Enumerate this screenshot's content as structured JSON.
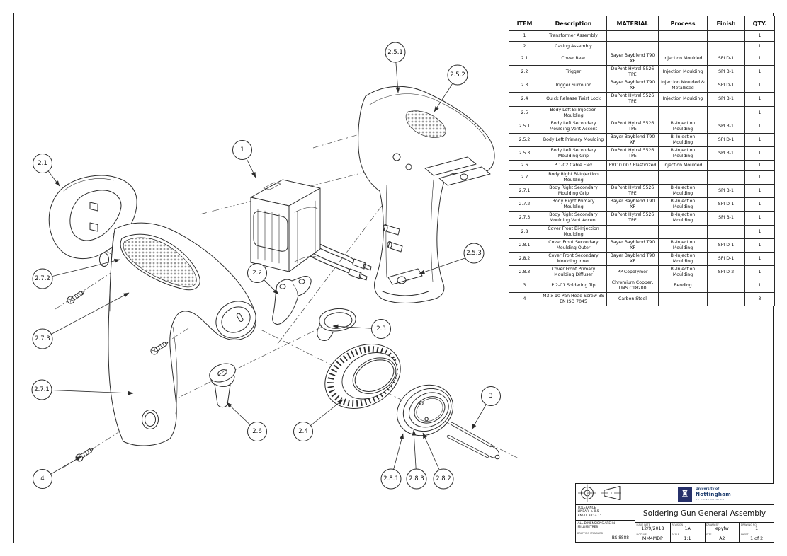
{
  "colors": {
    "line": "#2b2b2b",
    "text": "#111111",
    "logo_blue": "#27316b",
    "logo_text": "#1c3b6d"
  },
  "bom": {
    "headers": [
      "ITEM",
      "Description",
      "MATERIAL",
      "Process",
      "Finish",
      "QTY."
    ],
    "rows": [
      [
        "1",
        "Transformer Assembly",
        "",
        "",
        "",
        "1"
      ],
      [
        "2",
        "Casing Assembly",
        "",
        "",
        "",
        "1"
      ],
      [
        "2.1",
        "Cover Rear",
        "Bayer Bayblend T90 XF",
        "Injection Moulded",
        "SPI D-1",
        "1"
      ],
      [
        "2.2",
        "Trigger",
        "DuPont Hytrel 5526 TPE",
        "Injection Moulding",
        "SPI B-1",
        "1"
      ],
      [
        "2.3",
        "Trigger Surround",
        "Bayer Bayblend T90 XF",
        "Injection Moulded & Metallised",
        "SPI D-1",
        "1"
      ],
      [
        "2.4",
        "Quick Release Twist Lock",
        "DuPont Hytrel 5526 TPE",
        "Injection Moulding",
        "SPI B-1",
        "1"
      ],
      [
        "2.5",
        "Body Left Bi-Injection Moulding",
        "",
        "",
        "",
        "1"
      ],
      [
        "2.5.1",
        "Body Left Secondary Moulding Vent Accent",
        "DuPont Hytrel 5526 TPE",
        "Bi-Injection Moulding",
        "SPI B-1",
        "1"
      ],
      [
        "2.5.2",
        "Body Left Primary Moulding",
        "Bayer Bayblend T90 XF",
        "Bi-Injection Moulding",
        "SPI D-1",
        "1"
      ],
      [
        "2.5.3",
        "Body Left Secondary Moulding Grip",
        "DuPont Hytrel 5526 TPE",
        "Bi-Injection Moulding",
        "SPI B-1",
        "1"
      ],
      [
        "2.6",
        "P 1-02 Cable Flex",
        "PVC 0.007 Plasticized",
        "Injection Moulded",
        "",
        "1"
      ],
      [
        "2.7",
        "Body Right Bi-Injection Moulding",
        "",
        "",
        "",
        "1"
      ],
      [
        "2.7.1",
        "Body Right Secondary Moulding Grip",
        "DuPont Hytrel 5526 TPE",
        "Bi-Injection Moulding",
        "SPI B-1",
        "1"
      ],
      [
        "2.7.2",
        "Body Right Primary Moulding",
        "Bayer Bayblend T90 XF",
        "Bi-Injection Moulding",
        "SPI D-1",
        "1"
      ],
      [
        "2.7.3",
        "Body Right Secondary Moulding Vent Accent",
        "DuPont Hytrel 5526 TPE",
        "Bi-Injection Moulding",
        "SPI B-1",
        "1"
      ],
      [
        "2.8",
        "Cover Front Bi-Injection Moulding",
        "",
        "",
        "",
        "1"
      ],
      [
        "2.8.1",
        "Cover Front Secondary Moulding Outer",
        "Bayer Bayblend T90 XF",
        "Bi-Injection Moulding",
        "SPI D-1",
        "1"
      ],
      [
        "2.8.2",
        "Cover Front Secondary Moulding Inner",
        "Bayer Bayblend T90 XF",
        "Bi-Injection Moulding",
        "SPI D-1",
        "1"
      ],
      [
        "2.8.3",
        "Cover Front Primary Moulding Diffuser",
        "PP Copolymer",
        "Bi-Injection Moulding",
        "SPI D-2",
        "1"
      ],
      [
        "3",
        "P 2-01 Soldering Tip",
        "Chromium Copper, UNS C18200",
        "Bending",
        "",
        "1"
      ],
      [
        "4",
        "M3 x 10 Pan Head Screw BS EN ISO 7045",
        "Carbon Steel",
        "",
        "",
        "3"
      ]
    ]
  },
  "title_block": {
    "title": "Soldering Gun General Assembly",
    "tolerance_line1": "TOLERANCE",
    "tolerance_line2": "LINEAR: ± 0.5",
    "tolerance_line3": "ANGULAR: ± 1°",
    "dimensions_note_line1": "ALL DIMENSIONS ARE IN",
    "dimensions_note_line2": "MILLIMETRES",
    "drafting_standard_label": "DRAFTING STANDARD",
    "drafting_standard_value": "BS 8888",
    "logo": {
      "line1": "University of",
      "line2": "Nottingham",
      "line3": "UK   CHINA   MALAYSIA"
    },
    "fields": [
      {
        "label": "ISSUE DATE",
        "value": "12/9/2018"
      },
      {
        "label": "REVISION",
        "value": "1A"
      },
      {
        "label": "DRAWN BY",
        "value": "epyfw"
      },
      {
        "label": "DRAWING NO.",
        "value": "1"
      },
      {
        "label": "MODULE",
        "value": "MM4MDP"
      },
      {
        "label": "SCALE",
        "value": "1:1"
      },
      {
        "label": "SIZE",
        "value": "A2"
      },
      {
        "label": "SHEET",
        "value": "1 of 2"
      }
    ]
  },
  "diagram": {
    "balloons": [
      {
        "label": "2.1"
      },
      {
        "label": "1"
      },
      {
        "label": "2.5.1"
      },
      {
        "label": "2.5.2"
      },
      {
        "label": "2.5.3"
      },
      {
        "label": "2.7.2"
      },
      {
        "label": "2.7.3"
      },
      {
        "label": "2.2"
      },
      {
        "label": "2.3"
      },
      {
        "label": "2.7.1"
      },
      {
        "label": "2.6"
      },
      {
        "label": "2.4"
      },
      {
        "label": "2.8.1"
      },
      {
        "label": "2.8.3"
      },
      {
        "label": "2.8.2"
      },
      {
        "label": "3"
      },
      {
        "label": "4"
      }
    ]
  }
}
